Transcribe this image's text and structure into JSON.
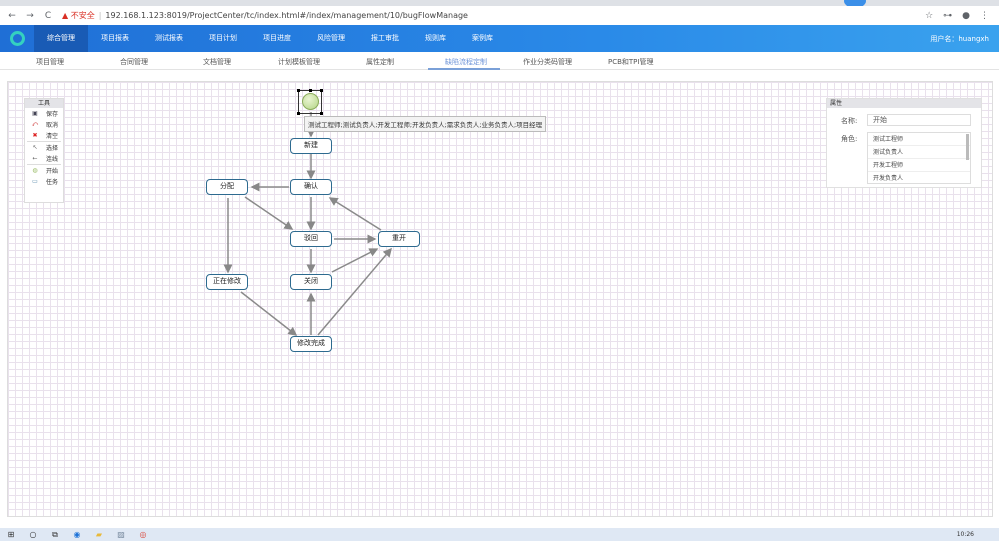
{
  "browser": {
    "back": "←",
    "forward": "→",
    "reload": "C",
    "security_label": "不安全",
    "url": "192.168.1.123:8019/ProjectCenter/tc/index.html#/index/management/10/bugFlowManage",
    "icons": [
      "☆",
      "⊶",
      "●",
      "⋮"
    ]
  },
  "topnav": {
    "items": [
      "综合管理",
      "项目报表",
      "测试报表",
      "项目计划",
      "项目进度",
      "风险管理",
      "报工审批",
      "规则库",
      "案例库"
    ],
    "active_index": 0,
    "user_label": "用户名：huangxh"
  },
  "subnav": {
    "items": [
      "项目管理",
      "合同管理",
      "文档管理",
      "计划模板管理",
      "属性定制",
      "缺陷流程定制",
      "作业分类码管理",
      "PCB和TPI管理"
    ],
    "active_index": 5
  },
  "toolbox": {
    "title": "工具",
    "items": [
      {
        "label": "保存",
        "icon": "save-icon",
        "glyph": "▣",
        "color": "#445"
      },
      {
        "label": "取消",
        "icon": "undo-icon",
        "glyph": "⤺",
        "color": "#c33"
      },
      {
        "label": "清空",
        "icon": "clear-icon",
        "glyph": "✖",
        "color": "#d22"
      },
      {
        "label": "选择",
        "icon": "cursor-icon",
        "glyph": "↖",
        "color": "#666"
      },
      {
        "label": "连线",
        "icon": "line-icon",
        "glyph": "←",
        "color": "#666"
      },
      {
        "label": "开始",
        "icon": "start-icon",
        "glyph": "◍",
        "color": "#9b6"
      },
      {
        "label": "任务",
        "icon": "task-icon",
        "glyph": "▭",
        "color": "#58a"
      }
    ]
  },
  "flow": {
    "tooltip": "测试工程师;测试负责人;开发工程师;开发负责人;需求负责人;业务负责人;项目经理",
    "nodes": {
      "new": "新建",
      "confirm": "确认",
      "assign": "分配",
      "reject": "驳回",
      "reopen": "重开",
      "fixing": "正在修改",
      "close": "关闭",
      "fixed": "修改完成"
    }
  },
  "properties": {
    "title": "属性",
    "name_label": "名称:",
    "name_value": "开始",
    "role_label": "角色:",
    "roles": [
      "测试工程师",
      "测试负责人",
      "开发工程师",
      "开发负责人"
    ]
  },
  "taskbar": {
    "icons": [
      "⊞",
      "○",
      "⧉",
      "◉",
      "▰",
      "▨",
      "◎"
    ],
    "clock": "10:26"
  }
}
